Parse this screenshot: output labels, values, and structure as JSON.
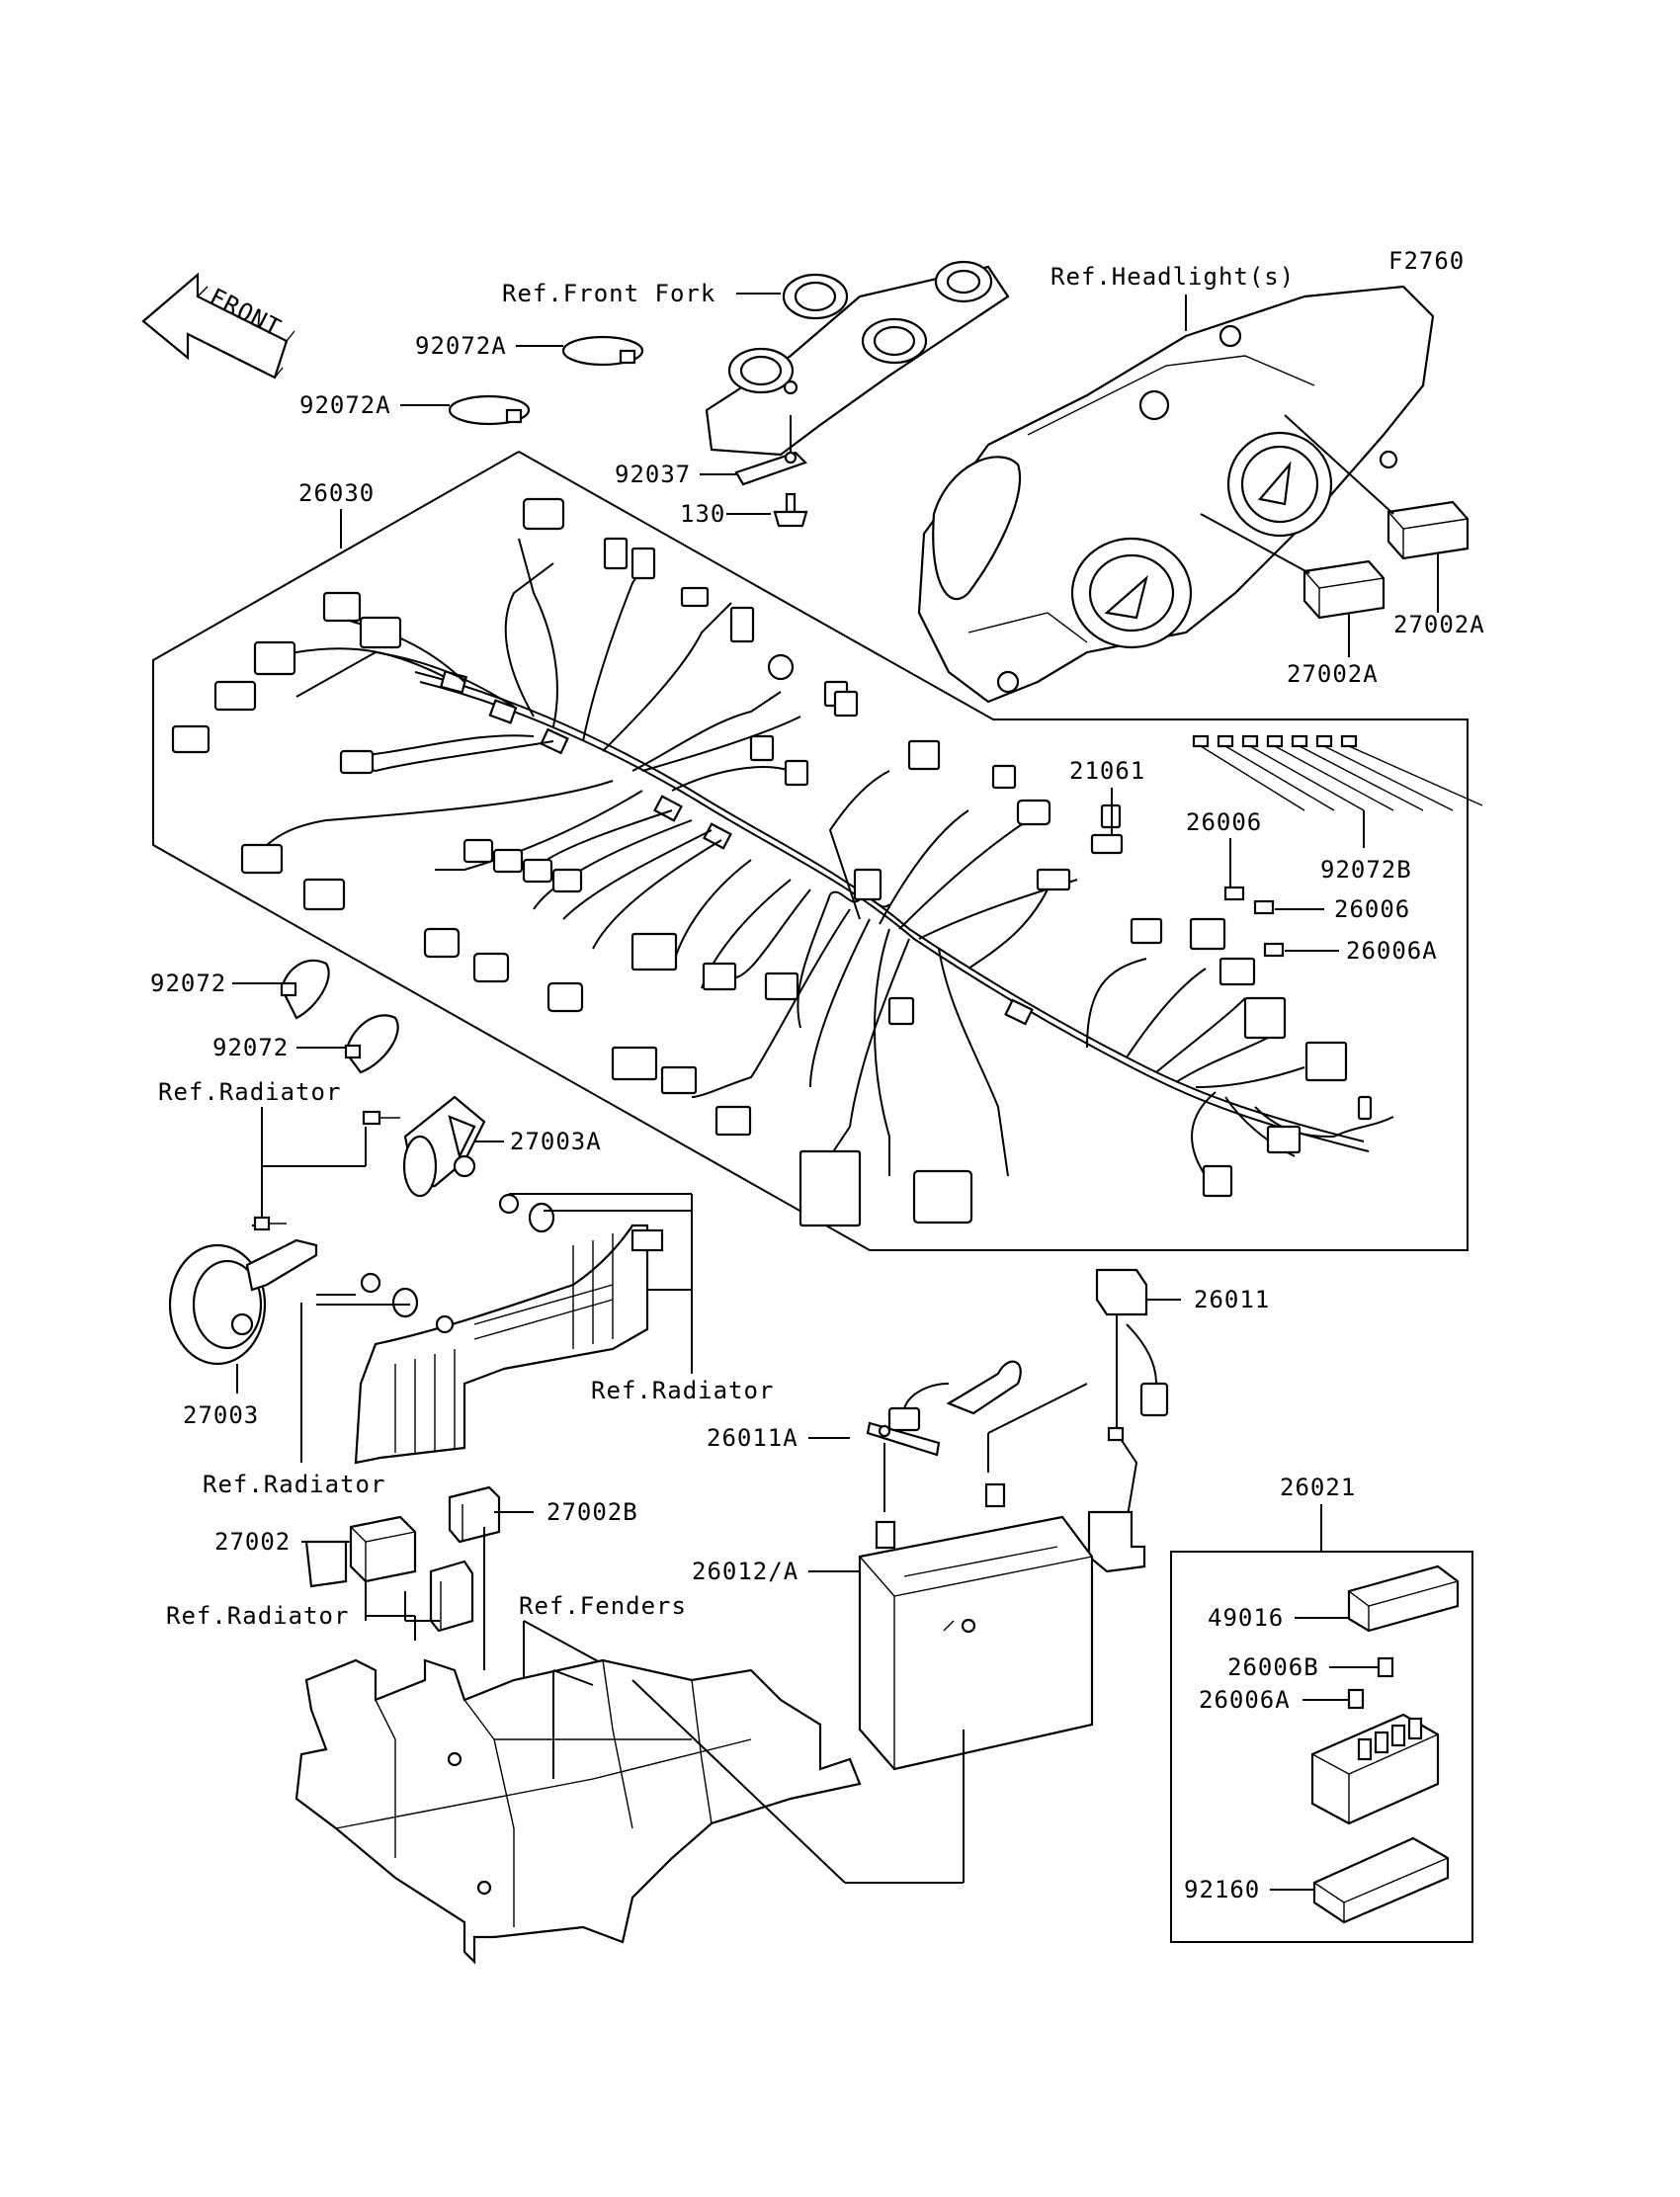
{
  "figure_code": "F2760",
  "front_arrow_text": "FRONT",
  "labels": {
    "ref_front_fork": "Ref.Front Fork",
    "ref_headlights": "Ref.Headlight(s)",
    "p_92072A_1": "92072A",
    "p_92072A_2": "92072A",
    "p_92037": "92037",
    "p_130": "130",
    "p_26030": "26030",
    "p_27002A_1": "27002A",
    "p_27002A_2": "27002A",
    "p_21061": "21061",
    "p_26006_1": "26006",
    "p_26006_2": "26006",
    "p_26006A_1": "26006A",
    "p_92072B": "92072B",
    "p_92072_1": "92072",
    "p_92072_2": "92072",
    "ref_radiator_1": "Ref.Radiator",
    "p_27003A": "27003A",
    "p_27003": "27003",
    "ref_radiator_2": "Ref.Radiator",
    "ref_radiator_3": "Ref.Radiator",
    "p_26011": "26011",
    "p_26011A": "26011A",
    "p_27002B": "27002B",
    "p_27002": "27002",
    "ref_radiator_4": "Ref.Radiator",
    "ref_fenders": "Ref.Fenders",
    "p_26012A": "26012/A",
    "p_26021": "26021",
    "p_49016": "49016",
    "p_26006B": "26006B",
    "p_26006A_2": "26006A",
    "p_92160": "92160"
  }
}
